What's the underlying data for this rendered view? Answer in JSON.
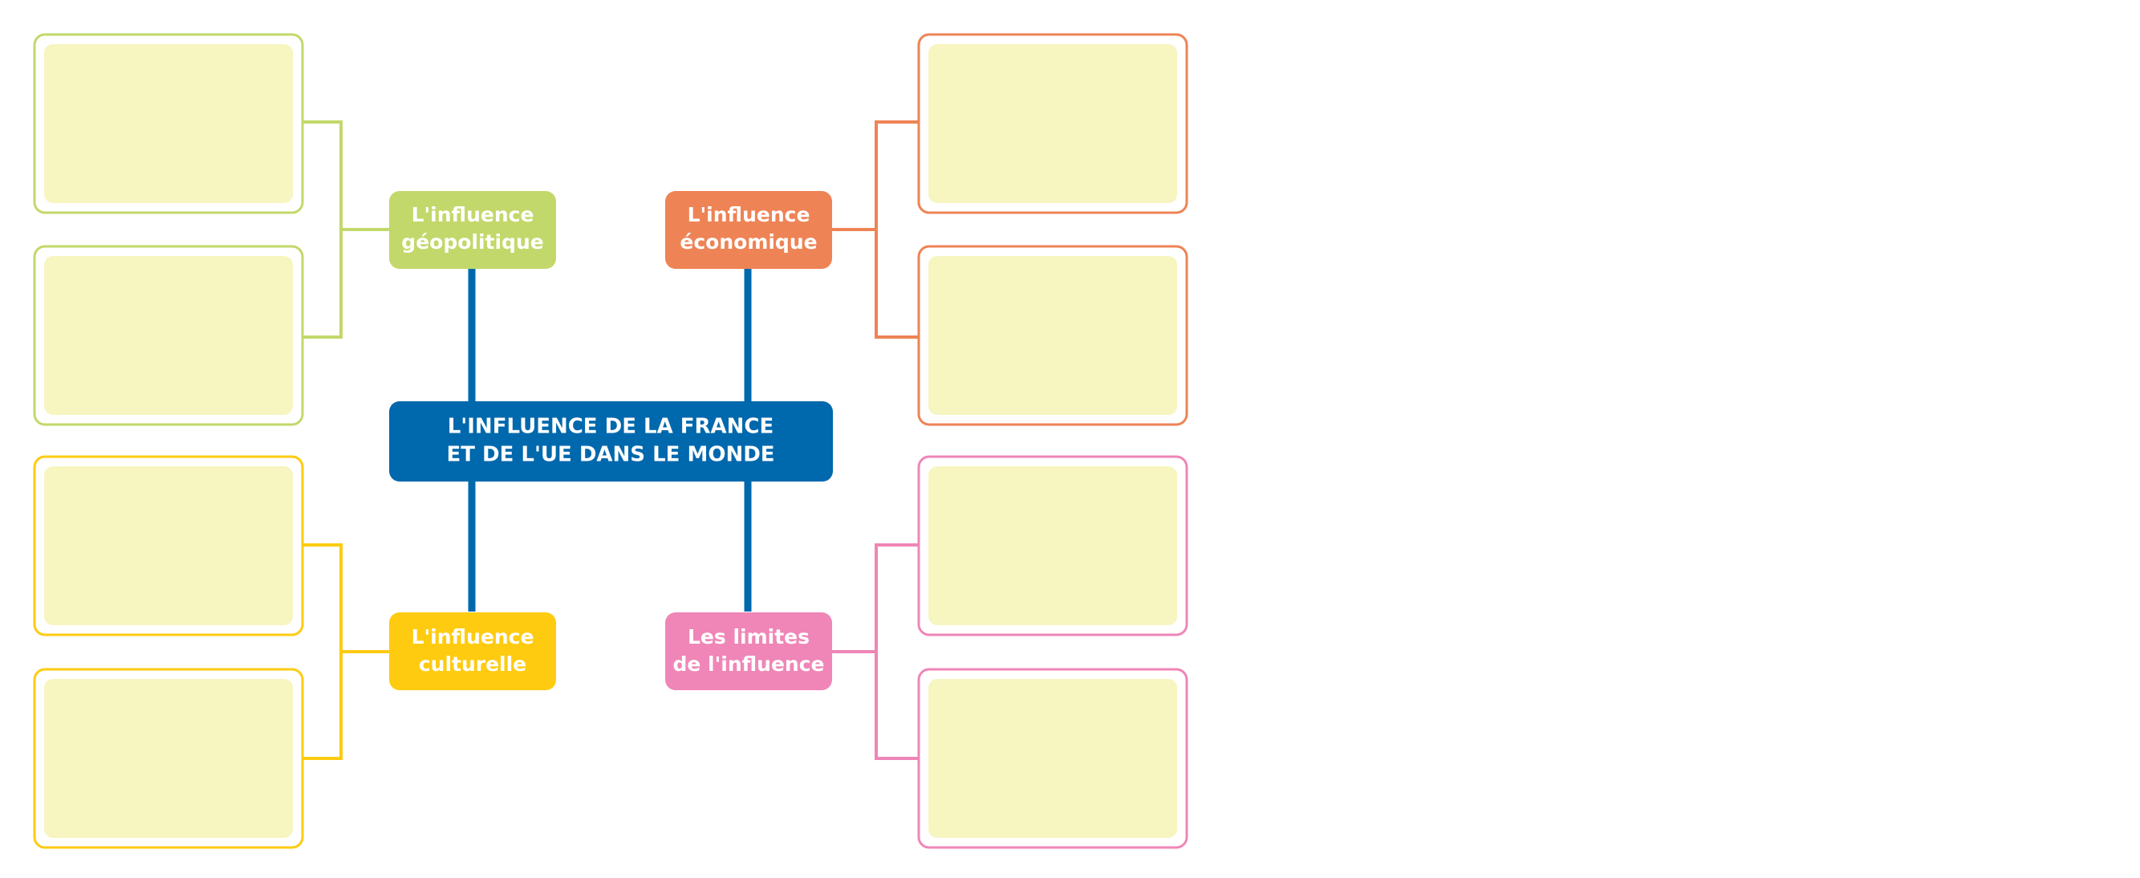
{
  "diagram": {
    "center": {
      "line1": "L'INFLUENCE DE LA FRANCE",
      "line2": "ET DE L'UE DANS LE MONDE",
      "color": "#0068ad"
    },
    "branches": [
      {
        "id": "geopolitique",
        "line1": "L'influence",
        "line2": "géopolitique",
        "color": "#c2d86a"
      },
      {
        "id": "economique",
        "line1": "L'influence",
        "line2": "économique",
        "color": "#ee8355"
      },
      {
        "id": "culturelle",
        "line1": "L'influence",
        "line2": "culturelle",
        "color": "#fecb10"
      },
      {
        "id": "limites",
        "line1": "Les limites",
        "line2": "de l'influence",
        "color": "#ef86b7"
      }
    ],
    "box_fill": "#f7f5c0",
    "connector_color": "#0068ad"
  }
}
